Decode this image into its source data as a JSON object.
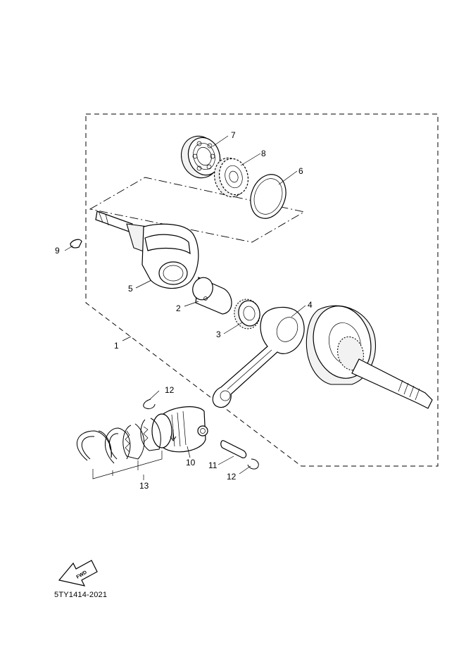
{
  "diagram": {
    "callouts": {
      "c1": "1",
      "c2": "2",
      "c3": "3",
      "c4": "4",
      "c5": "5",
      "c6": "6",
      "c7": "7",
      "c8": "8",
      "c9": "9",
      "c10": "10",
      "c11": "11",
      "c12a": "12",
      "c12b": "12",
      "c13": "13"
    },
    "fwd_label": "FWD",
    "catalog_code": "5TY1414-2021"
  }
}
